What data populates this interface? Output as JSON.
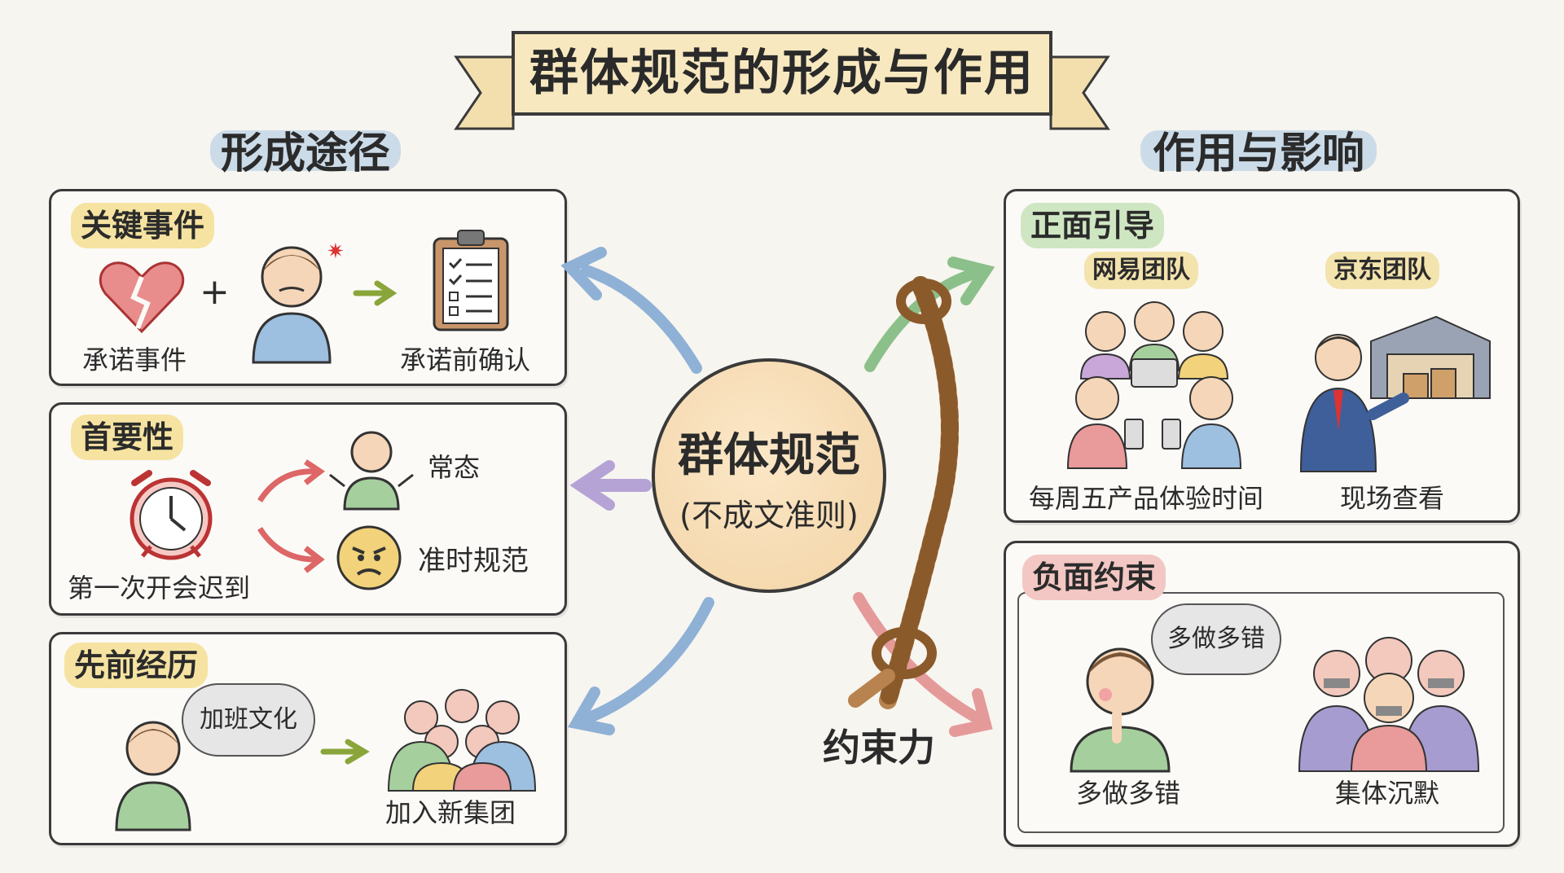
{
  "title": "群体规范的形成与作用",
  "left_heading": "形成途径",
  "right_heading": "作用与影响",
  "center": {
    "title": "群体规范",
    "subtitle": "(不成文准则)"
  },
  "rope_label": "约束力",
  "formation": {
    "key_event": {
      "tag": "关键事件",
      "left_label": "承诺事件",
      "right_label": "承诺前确认"
    },
    "primacy": {
      "tag": "首要性",
      "clock_label": "第一次开会迟到",
      "outcome_normal": "常态",
      "outcome_norm": "准时规范"
    },
    "prior_experience": {
      "tag": "先前经历",
      "thought": "加班文化",
      "join_label": "加入新集团"
    }
  },
  "effects": {
    "positive": {
      "tag": "正面引导",
      "netease": {
        "name": "网易团队",
        "caption": "每周五产品体验时间"
      },
      "jd": {
        "name": "京东团队",
        "caption": "现场查看"
      }
    },
    "negative": {
      "tag": "负面约束",
      "thought": "多做多错",
      "left_caption": "多做多错",
      "right_caption": "集体沉默"
    }
  },
  "colors": {
    "arrow_blue": "#8fb1d6",
    "arrow_purple": "#b6a3d6",
    "arrow_green": "#8cc08a",
    "arrow_red": "#e59a9a",
    "ribbon": "#f5e3b3"
  }
}
